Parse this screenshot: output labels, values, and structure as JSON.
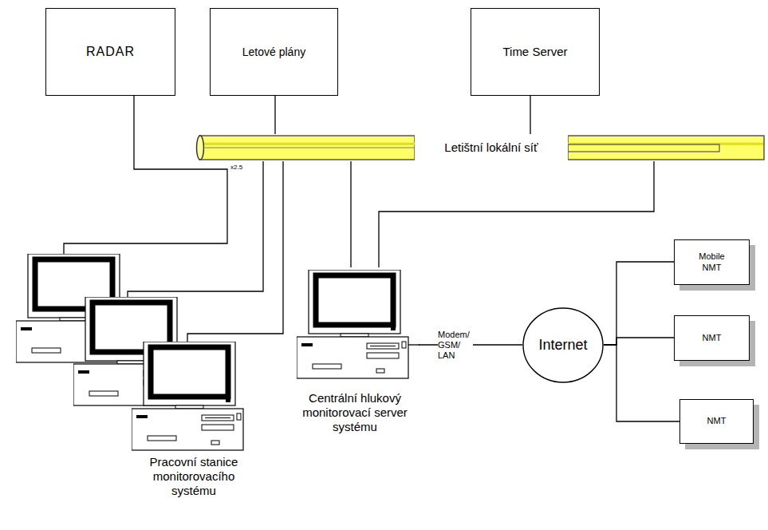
{
  "diagram": {
    "nodes": [
      {
        "text": [
          "RADAR"
        ]
      },
      {
        "text": [
          "Letové plány"
        ]
      },
      {
        "text": [
          "Time Server"
        ]
      },
      {
        "text": [
          "Letištní lokální síť"
        ]
      },
      {
        "text": [
          "Pracovní stanice monitorovacího systému"
        ]
      },
      {
        "text": [
          "Centrální hlukový monitorovací server systému"
        ]
      },
      {
        "text": [
          "Internet"
        ]
      },
      {
        "text": [
          "Mobile NMT"
        ]
      },
      {
        "text": [
          "NMT"
        ]
      },
      {
        "text": [
          "NMT"
        ]
      }
    ],
    "edges": [
      {
        "from": 0,
        "to": 4,
        "arrow": "none"
      },
      {
        "from": 1,
        "to": 3,
        "arrow": "none"
      },
      {
        "from": 2,
        "to": 3,
        "arrow": "none"
      },
      {
        "from": 3,
        "to": 4,
        "arrow": "none"
      },
      {
        "from": 3,
        "to": 4,
        "arrow": "none"
      },
      {
        "from": 3,
        "to": 5,
        "arrow": "none"
      },
      {
        "from": 3,
        "to": 5,
        "arrow": "none"
      },
      {
        "from": 5,
        "to": 6,
        "label": "Modem/ GSM/ LAN",
        "arrow": "none"
      },
      {
        "from": 6,
        "to": 7,
        "arrow": "none"
      },
      {
        "from": 6,
        "to": 8,
        "arrow": "none"
      },
      {
        "from": 6,
        "to": 9,
        "arrow": "none"
      }
    ],
    "labels": [
      "x2.5"
    ]
  }
}
